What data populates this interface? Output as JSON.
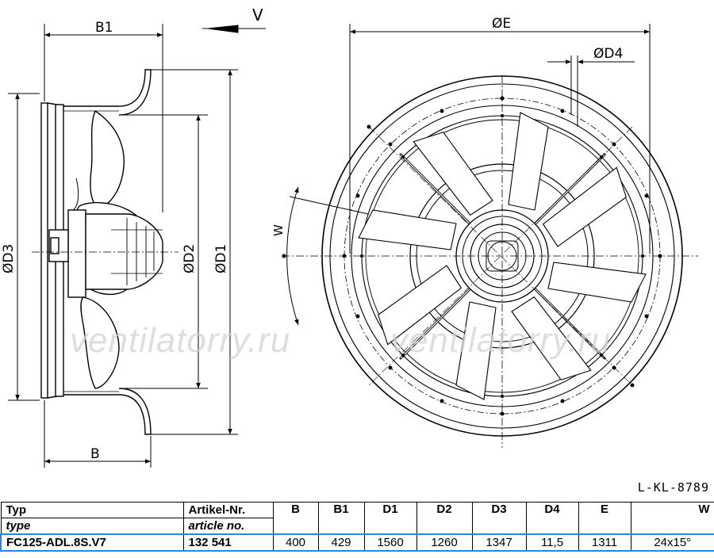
{
  "drawing": {
    "dimensions": {
      "b1": "B1",
      "b": "B",
      "v": "V",
      "d3": "ØD3",
      "d2": "ØD2",
      "d1": "ØD1",
      "e": "ØE",
      "d4": "ØD4",
      "w": "W"
    },
    "watermark": "ventilatorry.ru",
    "drawing_id": "L-KL-8789"
  },
  "table": {
    "headers": {
      "typ": "Typ",
      "typ_en": "type",
      "article": "Artikel-Nr.",
      "article_en": "article no.",
      "b": "B",
      "b1": "B1",
      "d1": "D1",
      "d2": "D2",
      "d3": "D3",
      "d4": "D4",
      "e": "E",
      "w": "W"
    },
    "row": {
      "type": "FC125-ADL.8S.V7",
      "article_no": "132 541",
      "b": "400",
      "b1": "429",
      "d1": "1560",
      "d2": "1260",
      "d3": "1347",
      "d4": "11,5",
      "e": "1311",
      "w": "24x15°"
    }
  }
}
